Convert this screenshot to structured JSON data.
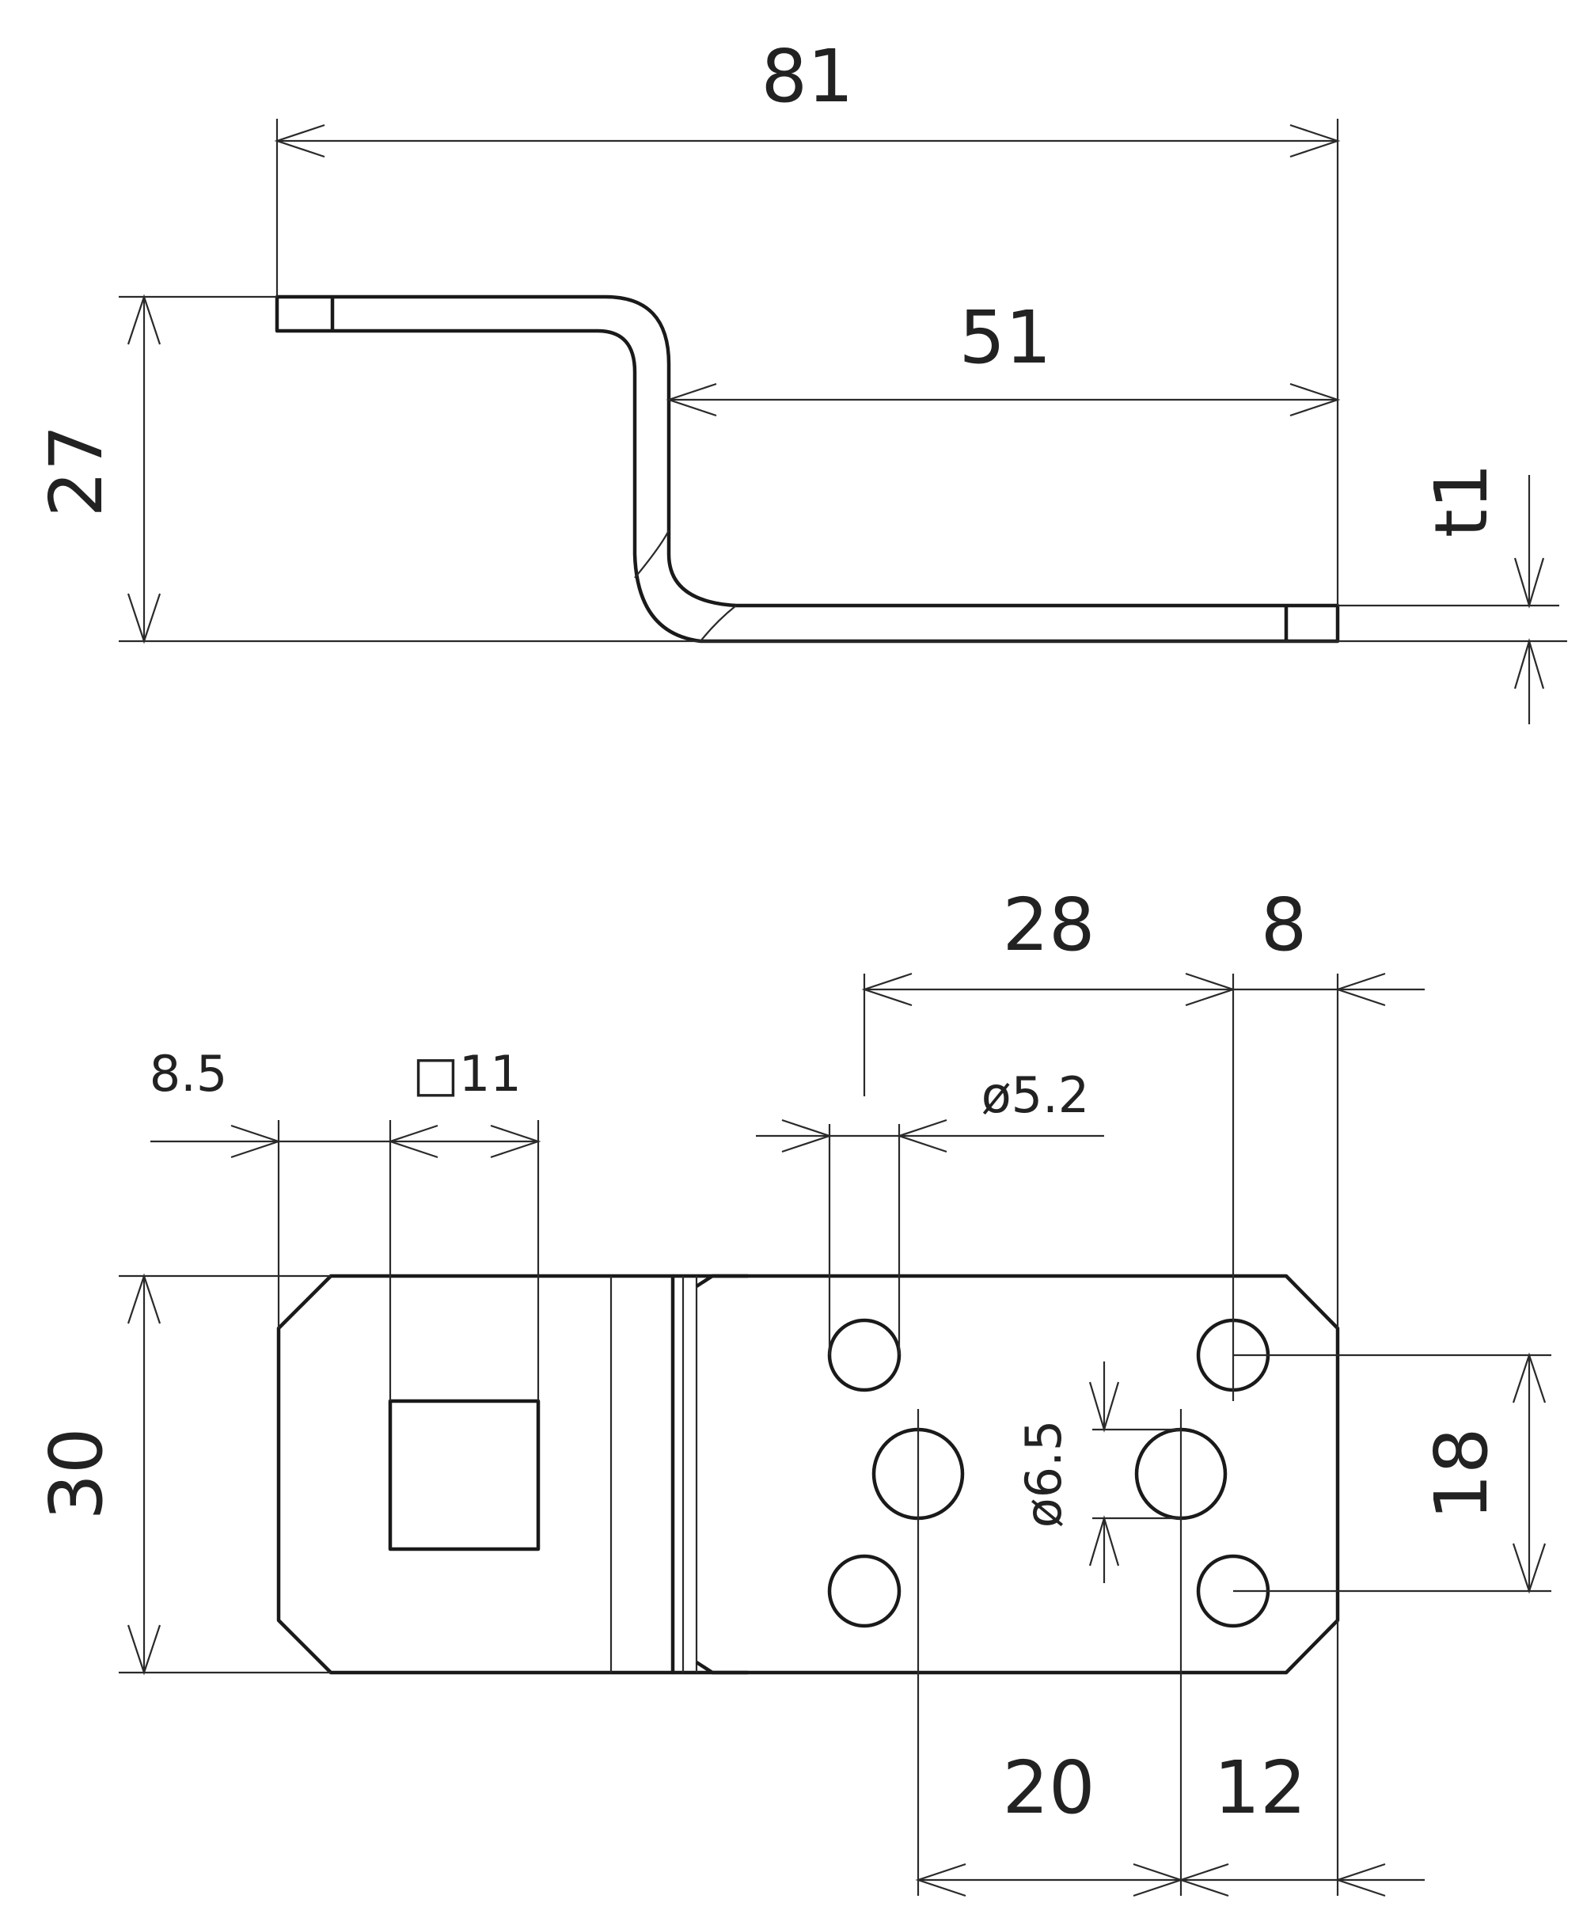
{
  "side_view": {
    "overall_length": "81",
    "lower_length": "51",
    "height": "27",
    "thickness": "t1"
  },
  "top_view": {
    "edge_offset": "8.5",
    "square_hole": "□11",
    "hole_spacing_top": "28",
    "right_margin_top": "8",
    "small_hole_dia": "ø5.2",
    "large_hole_dia": "ø6.5",
    "width": "30",
    "hole_spacing_vertical": "18",
    "hole_spacing_bottom": "20",
    "right_margin_bottom": "12"
  }
}
